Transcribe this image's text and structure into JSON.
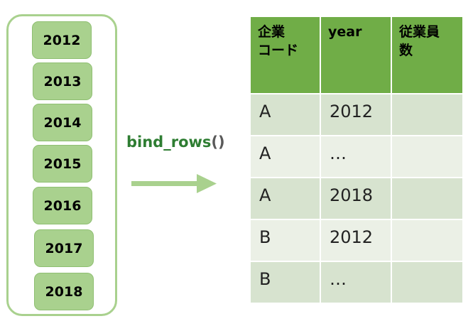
{
  "years": [
    "2012",
    "2013",
    "2014",
    "2015",
    "2016",
    "2017",
    "2018"
  ],
  "function_label": {
    "name": "bind_rows",
    "parens": "()"
  },
  "table": {
    "headers": [
      "企業\nコード",
      "year",
      "従業員\n数"
    ],
    "rows": [
      [
        "A",
        "2012",
        ""
      ],
      [
        "A",
        "…",
        ""
      ],
      [
        "A",
        "2018",
        ""
      ],
      [
        "B",
        "2012",
        ""
      ],
      [
        "B",
        "…",
        ""
      ]
    ]
  },
  "colors": {
    "chip": "#a9d18e",
    "panel_border": "#a9d18e",
    "arrow": "#a9d18e",
    "header": "#70ad47",
    "row_odd": "#d7e3cf",
    "row_even": "#ebf0e6",
    "function_text": "#2e7d32"
  }
}
